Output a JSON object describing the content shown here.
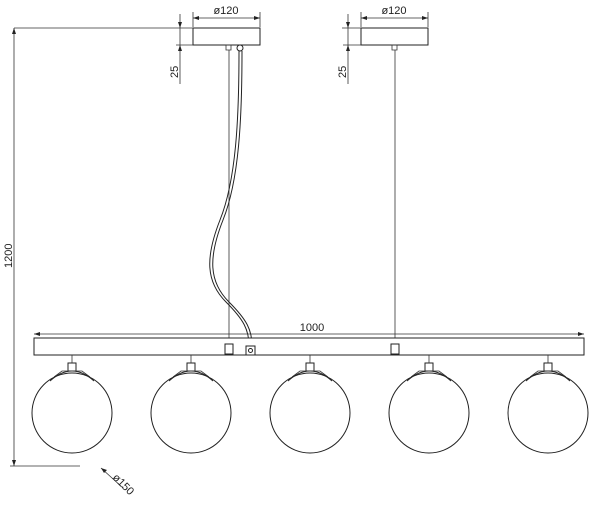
{
  "dimensions": {
    "canopy_diameter_left": "ø120",
    "canopy_diameter_right": "ø120",
    "canopy_height_left": "25",
    "canopy_height_right": "25",
    "total_height": "1200",
    "bar_length": "1000",
    "globe_diameter": "ø150"
  },
  "globe_count": 5
}
